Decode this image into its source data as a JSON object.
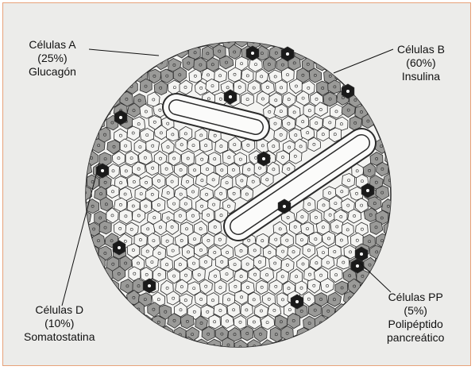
{
  "labels": {
    "a": {
      "name": "Células A",
      "percent": "(25%)",
      "hormone": "Glucagón"
    },
    "b": {
      "name": "Células B",
      "percent": "(60%)",
      "hormone": "Insulina"
    },
    "d": {
      "name": "Células D",
      "percent": "(10%)",
      "hormone": "Somatostatina"
    },
    "pp": {
      "name": "Células PP",
      "percent": "(5%)",
      "hormone1": "Polipéptido",
      "hormone2": "pancreático"
    }
  },
  "colors": {
    "frame_border": "#e8a27a",
    "background": "#ececea",
    "beta_cell": "#f4f4f2",
    "alpha_cell": "#9a9a98",
    "delta_cell": "#1a1a1a",
    "outline": "#2a2a2a"
  }
}
